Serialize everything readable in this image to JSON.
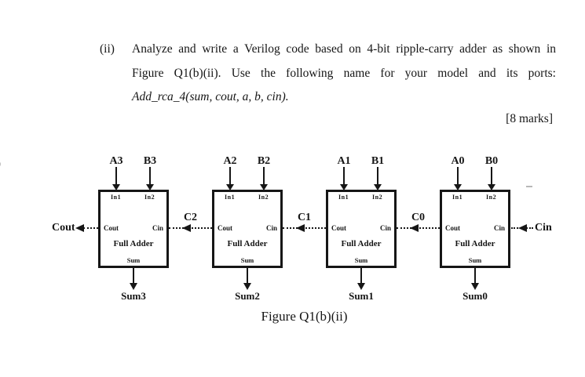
{
  "colors": {
    "ink": "#161616",
    "background": "#ffffff"
  },
  "question": {
    "marker": "(ii)",
    "line1": "Analyze and write a Verilog code based on 4-bit ripple-carry adder as shown in",
    "line2": "Figure Q1(b)(ii). Use the following name for your model and its ports:",
    "line3": "Add_rca_4(sum, cout, a, b, cin).",
    "marks": "[8 marks]"
  },
  "figure": {
    "caption": "Figure Q1(b)(ii)",
    "external": {
      "cout": "Cout",
      "cin": "Cin"
    },
    "carries": [
      "C2",
      "C1",
      "C0"
    ],
    "adders": [
      {
        "a": "A3",
        "b": "B3",
        "in1": "In1",
        "in2": "In2",
        "cout": "Cout",
        "cin": "Cin",
        "title": "Full Adder",
        "sum_port": "Sum",
        "sum": "Sum3"
      },
      {
        "a": "A2",
        "b": "B2",
        "in1": "In1",
        "in2": "In2",
        "cout": "Cout",
        "cin": "Cin",
        "title": "Full Adder",
        "sum_port": "Sum",
        "sum": "Sum2"
      },
      {
        "a": "A1",
        "b": "B1",
        "in1": "In1",
        "in2": "In2",
        "cout": "Cout",
        "cin": "Cin",
        "title": "Full Adder",
        "sum_port": "Sum",
        "sum": "Sum1"
      },
      {
        "a": "A0",
        "b": "B0",
        "in1": "In1",
        "in2": "In2",
        "cout": "Cout",
        "cin": "Cin",
        "title": "Full Adder",
        "sum_port": "Sum",
        "sum": "Sum0"
      }
    ]
  }
}
